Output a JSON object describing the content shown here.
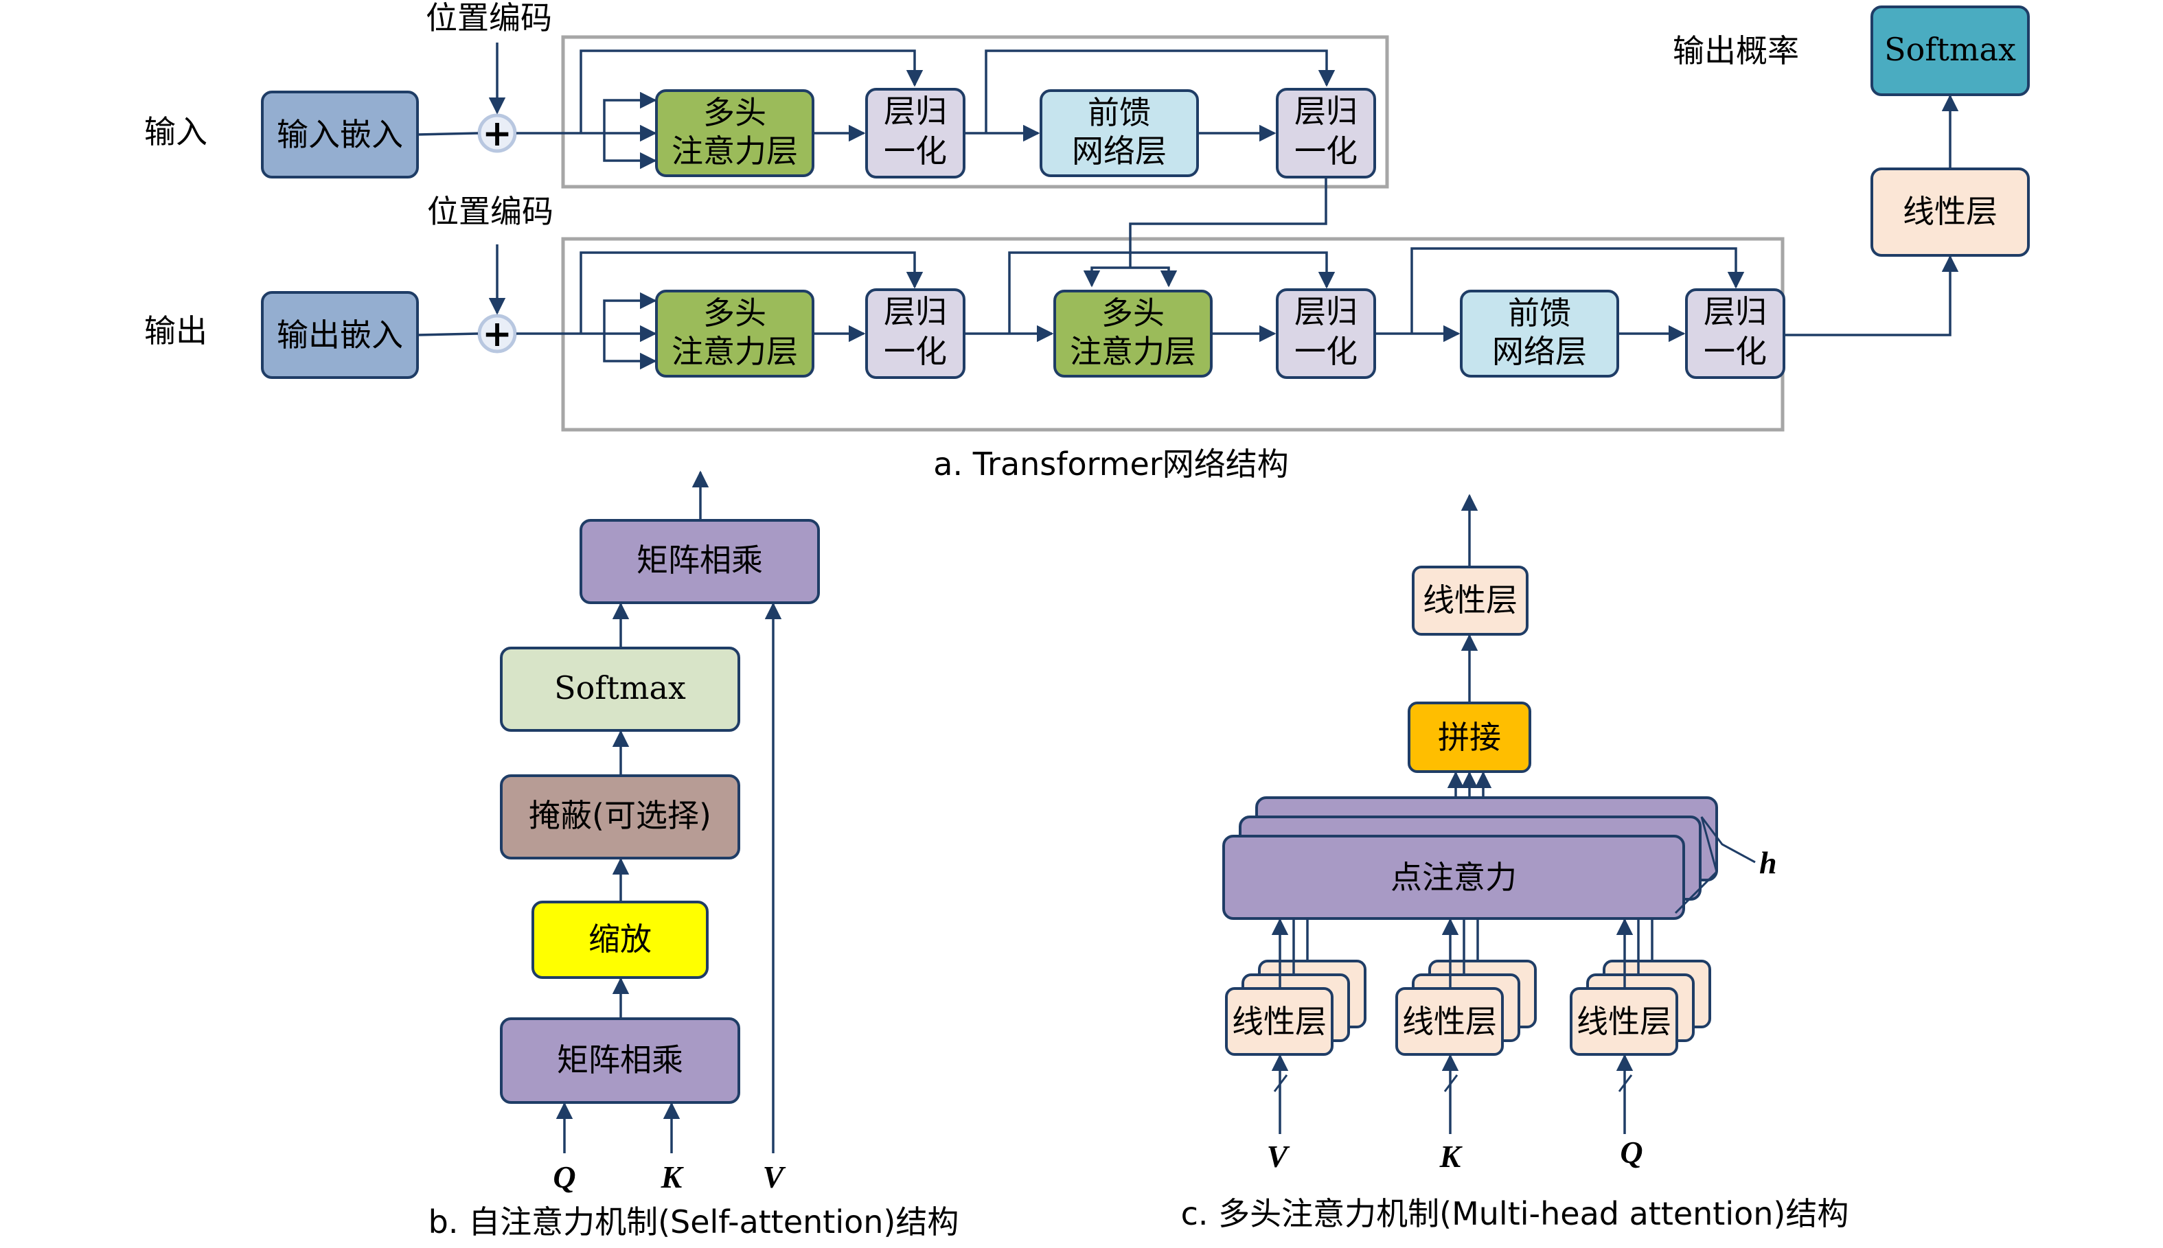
{
  "colors": {
    "embed": "#94aed0",
    "mha": "#9bbb5a",
    "norm": "#dad6e6",
    "ffn": "#c6e4ee",
    "linear": "#fbe6d6",
    "softmax_out": "#4aacc1",
    "matmul": "#a89ac5",
    "softmax_b": "#d8e4c8",
    "mask": "#b79c95",
    "scale": "#ffff00",
    "concat": "#ffbe00",
    "dot": "#a89ac5",
    "line": "#1f3d66",
    "frame": "#a6a6a6"
  },
  "panel_a": {
    "input_label": "输入",
    "output_label": "输出",
    "pos_enc_top": "位置编码",
    "pos_enc_bottom": "位置编码",
    "input_embed": "输入嵌入",
    "output_embed": "输出嵌入",
    "plus": "+",
    "mha_line1": "多头",
    "mha_line2": "注意力层",
    "norm_line1": "层归",
    "norm_line2": "一化",
    "ffn_line1": "前馈",
    "ffn_line2": "网络层",
    "linear": "线性层",
    "softmax": "Softmax",
    "out_prob": "输出概率",
    "caption": "a. Transformer网络结构"
  },
  "panel_b": {
    "matmul_top": "矩阵相乘",
    "softmax": "Softmax",
    "mask": "掩蔽(可选择)",
    "scale": "缩放",
    "matmul_bottom": "矩阵相乘",
    "q": "Q",
    "k": "K",
    "v": "V",
    "caption": "b. 自注意力机制(Self-attention)结构"
  },
  "panel_c": {
    "linear_top": "线性层",
    "concat": "拼接",
    "dot_attention": "点注意力",
    "h": "h",
    "linear_v": "线性层",
    "linear_k": "线性层",
    "linear_q": "线性层",
    "v": "V",
    "k": "K",
    "q": "Q",
    "caption": "c. 多头注意力机制(Multi-head attention)结构"
  }
}
